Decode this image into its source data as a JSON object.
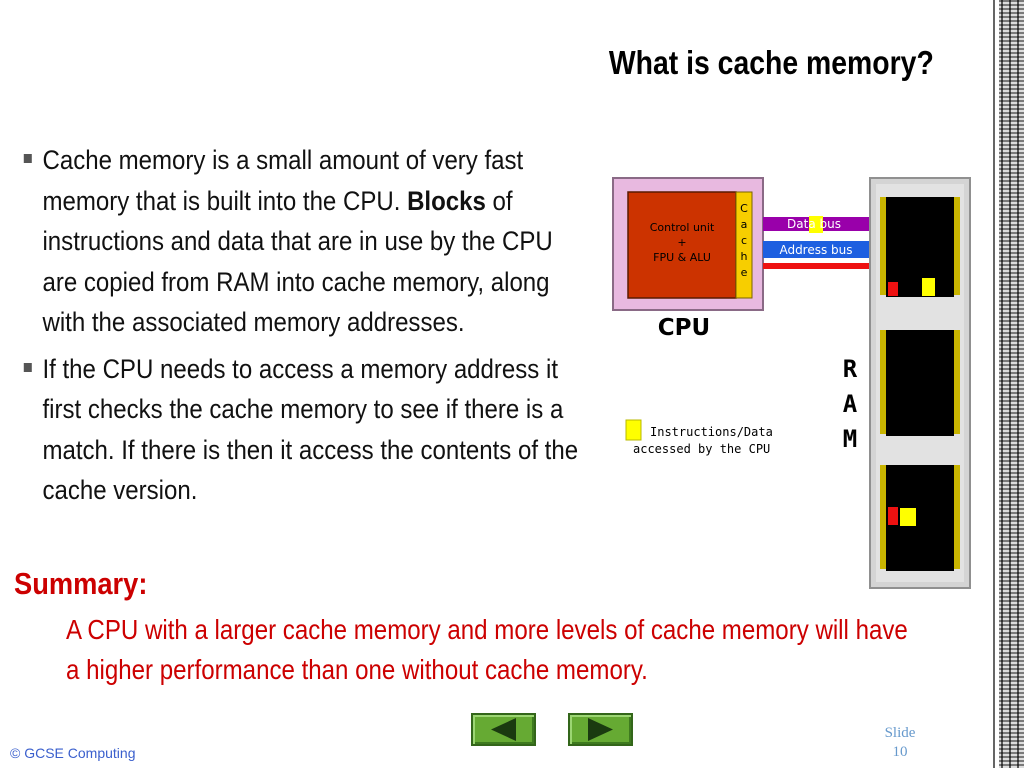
{
  "slide": {
    "title": "What is cache memory?",
    "bullets": [
      {
        "before": "Cache memory is a small amount of very fast memory that is built into the CPU. ",
        "bold": "Blocks",
        "after": " of instructions and data that are in use by the CPU are copied from RAM into cache memory, along with the associated memory addresses."
      },
      {
        "before": "If the CPU needs to access a memory address it first checks the cache memory to see if there is a match. If there is then it access the contents of the cache version.",
        "bold": "",
        "after": ""
      }
    ],
    "summary_heading": "Summary:",
    "summary_text": "A CPU with a larger cache memory and more levels of cache memory will have a higher performance than one without cache memory."
  },
  "diagram": {
    "control_unit_line1": "Control unit",
    "control_unit_line2": "+",
    "control_unit_line3": "FPU & ALU",
    "cache_letters": [
      "C",
      "a",
      "c",
      "h",
      "e"
    ],
    "cpu_label": "CPU",
    "data_bus_label": "Data bus",
    "address_bus_label": "Address bus",
    "ram_letters": [
      "R",
      "A",
      "M"
    ],
    "legend_line1": "Instructions/Data",
    "legend_line2": "accessed by the CPU",
    "colors": {
      "cpu_outer": "#e8b9e0",
      "control_unit": "#cc3300",
      "cache": "#f7ce00",
      "data_bus": "#9900aa",
      "address_bus": "#1d5fe0",
      "red_connector": "#ee1111",
      "ram_chip": "#000000",
      "highlight": "#ffff00"
    }
  },
  "navigation": {
    "prev_icon": "triangle-left-icon",
    "next_icon": "triangle-right-icon"
  },
  "footer": {
    "copyright": "© GCSE Computing",
    "slide_label": "Slide",
    "slide_number": "10"
  }
}
